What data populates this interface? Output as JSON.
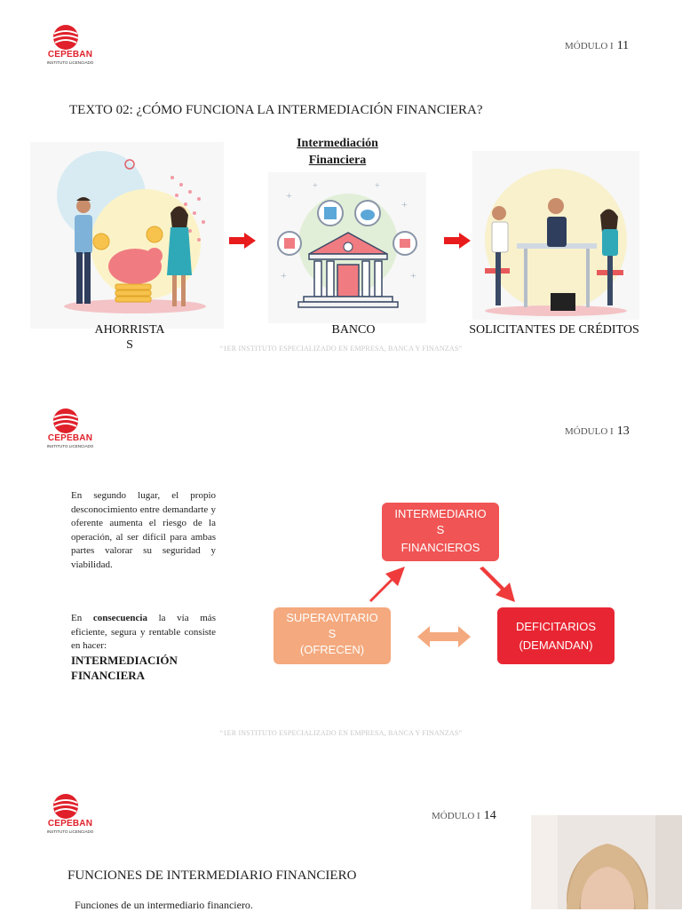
{
  "brand": {
    "name": "CEPEBAN",
    "tagline": "INSTITUTO LICENCIADO"
  },
  "footer_text": "“1ER INSTITUTO ESPECIALIZADO EN EMPRESA, BANCA Y FINANZAS”",
  "pages": [
    {
      "modulo_label": "MÓDULO I",
      "page_number": "11",
      "title": "TEXTO 02: ¿CÓMO FUNCIONA LA INTERMEDIACIÓN FINANCIERA?",
      "subtitle_line1": "Intermediación",
      "subtitle_line2": "Financiera",
      "captions": {
        "savers_line1": "AHORRISTA",
        "savers_line2": "S",
        "bank": "BANCO",
        "borrowers": "SOLICITANTES DE CRÉDITOS"
      }
    },
    {
      "modulo_label": "MÓDULO I",
      "page_number": "13",
      "paragraph1": "En segundo lugar, el propio desconocimiento entre demandarte y oferente aumenta el riesgo de la operación, al ser difícil para ambas partes valorar su seguridad y viabilidad.",
      "paragraph2_pre": "En ",
      "paragraph2_bold": "consecuencia",
      "paragraph2_post": " la vía más eficiente, segura y rentable consiste en hacer:",
      "emphasis_line1": "INTERMEDIACIÓN",
      "emphasis_line2": "FINANCIERA",
      "diagram": {
        "top_line1": "INTERMEDIARIO",
        "top_line2": "S",
        "top_line3": "FINANCIEROS",
        "left_line1": "SUPERAVITARIO",
        "left_line2": "S",
        "left_line3": "(OFRECEN)",
        "right_line1": "DEFICITARIOS",
        "right_line2": "(DEMANDAN)",
        "colors": {
          "top": "#f05454",
          "left": "#f4a97e",
          "right": "#e82633",
          "arrow_red": "#ef3b3b",
          "arrow_orange": "#f4a97e"
        }
      }
    },
    {
      "modulo_label": "MÓDULO I",
      "page_number": "14",
      "title": "FUNCIONES DE INTERMEDIARIO FINANCIERO",
      "intro": "Funciones de un intermediario financiero."
    }
  ]
}
